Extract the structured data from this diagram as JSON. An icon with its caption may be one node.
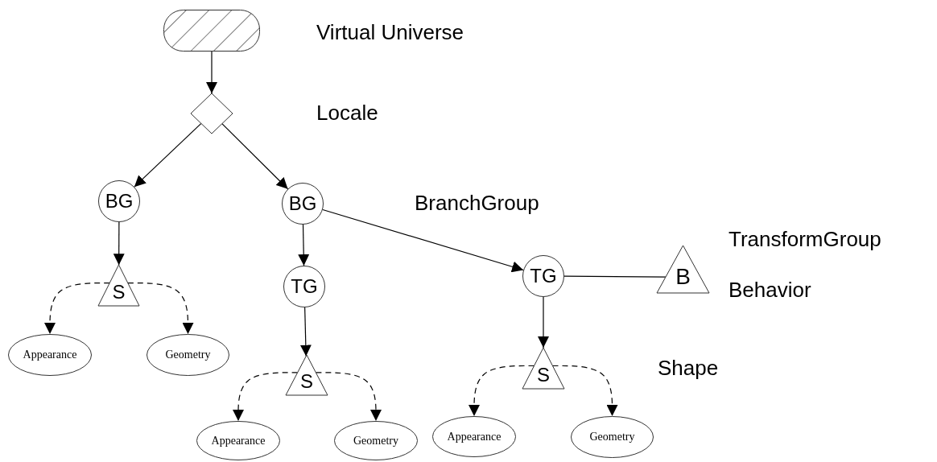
{
  "diagram": {
    "nodes": [
      {
        "text": [],
        "shape": "box"
      },
      {
        "text": [],
        "shape": "diamond"
      },
      {
        "text": [
          "BG"
        ]
      },
      {
        "text": [
          "BG"
        ]
      },
      {
        "text": [
          "S"
        ]
      },
      {
        "text": [
          "TG"
        ]
      },
      {
        "text": [
          "TG"
        ]
      },
      {
        "text": [
          "B"
        ]
      },
      {
        "text": [
          "Appearance"
        ]
      },
      {
        "text": [
          "Geometry"
        ]
      },
      {
        "text": [
          "S"
        ]
      },
      {
        "text": [
          "S"
        ]
      },
      {
        "text": [
          "Appearance"
        ]
      },
      {
        "text": [
          "Geometry"
        ]
      },
      {
        "text": [
          "Appearance"
        ]
      },
      {
        "text": [
          "Geometry"
        ]
      }
    ],
    "edges": [
      {
        "from": 0,
        "to": 1,
        "arrow": "to"
      },
      {
        "from": 1,
        "to": 2,
        "arrow": "to"
      },
      {
        "from": 1,
        "to": 3,
        "arrow": "to"
      },
      {
        "from": 2,
        "to": 4,
        "arrow": "to"
      },
      {
        "from": 3,
        "to": 5,
        "arrow": "to"
      },
      {
        "from": 3,
        "to": 6,
        "arrow": "to"
      },
      {
        "from": 6,
        "to": 7,
        "arrow": "none"
      },
      {
        "from": 4,
        "to": 8,
        "arrow": "to",
        "style": "dashed"
      },
      {
        "from": 4,
        "to": 9,
        "arrow": "to",
        "style": "dashed"
      },
      {
        "from": 5,
        "to": 10,
        "arrow": "to"
      },
      {
        "from": 6,
        "to": 11,
        "arrow": "to"
      },
      {
        "from": 10,
        "to": 12,
        "arrow": "to",
        "style": "dashed"
      },
      {
        "from": 10,
        "to": 13,
        "arrow": "to",
        "style": "dashed"
      },
      {
        "from": 11,
        "to": 14,
        "arrow": "to",
        "style": "dashed"
      },
      {
        "from": 11,
        "to": 15,
        "arrow": "to",
        "style": "dashed"
      }
    ],
    "labels": [
      "Virtual Universe",
      "Locale",
      "BranchGroup",
      "TransformGroup",
      "Behavior",
      "Shape"
    ]
  }
}
